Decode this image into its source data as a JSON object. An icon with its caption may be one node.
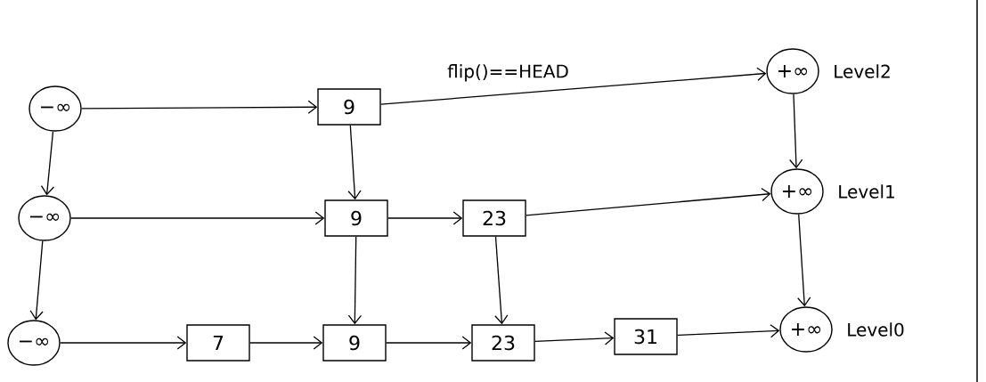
{
  "diagram": {
    "nodes": [
      {
        "text": [
          "−∞"
        ]
      },
      {
        "text": [
          "9"
        ]
      },
      {
        "text": [
          "+∞"
        ],
        "beside": [
          "Level2"
        ]
      },
      {
        "text": [
          "−∞"
        ]
      },
      {
        "text": [
          "9"
        ]
      },
      {
        "text": [
          "23"
        ]
      },
      {
        "text": [
          "+∞"
        ],
        "beside": [
          "Level1"
        ]
      },
      {
        "text": [
          "−∞"
        ]
      },
      {
        "text": [
          "7"
        ]
      },
      {
        "text": [
          "9"
        ]
      },
      {
        "text": [
          "23"
        ]
      },
      {
        "text": [
          "31"
        ]
      },
      {
        "text": [
          "+∞"
        ],
        "beside": [
          "Level0"
        ]
      }
    ],
    "edges": [
      {
        "from": 0,
        "to": 1,
        "arrow": "to"
      },
      {
        "from": 1,
        "to": 2,
        "arrow": "to",
        "label": "flip()==HEAD"
      },
      {
        "from": 0,
        "to": 3,
        "arrow": "to"
      },
      {
        "from": 1,
        "to": 4,
        "arrow": "to"
      },
      {
        "from": 2,
        "to": 6,
        "arrow": "to"
      },
      {
        "from": 3,
        "to": 4,
        "arrow": "to"
      },
      {
        "from": 4,
        "to": 5,
        "arrow": "to"
      },
      {
        "from": 5,
        "to": 6,
        "arrow": "to"
      },
      {
        "from": 3,
        "to": 7,
        "arrow": "to"
      },
      {
        "from": 4,
        "to": 9,
        "arrow": "to"
      },
      {
        "from": 5,
        "to": 10,
        "arrow": "to"
      },
      {
        "from": 6,
        "to": 12,
        "arrow": "to"
      },
      {
        "from": 7,
        "to": 8,
        "arrow": "to"
      },
      {
        "from": 8,
        "to": 9,
        "arrow": "to"
      },
      {
        "from": 9,
        "to": 10,
        "arrow": "to"
      },
      {
        "from": 10,
        "to": 11,
        "arrow": "to"
      },
      {
        "from": 11,
        "to": 12,
        "arrow": "to"
      }
    ]
  }
}
